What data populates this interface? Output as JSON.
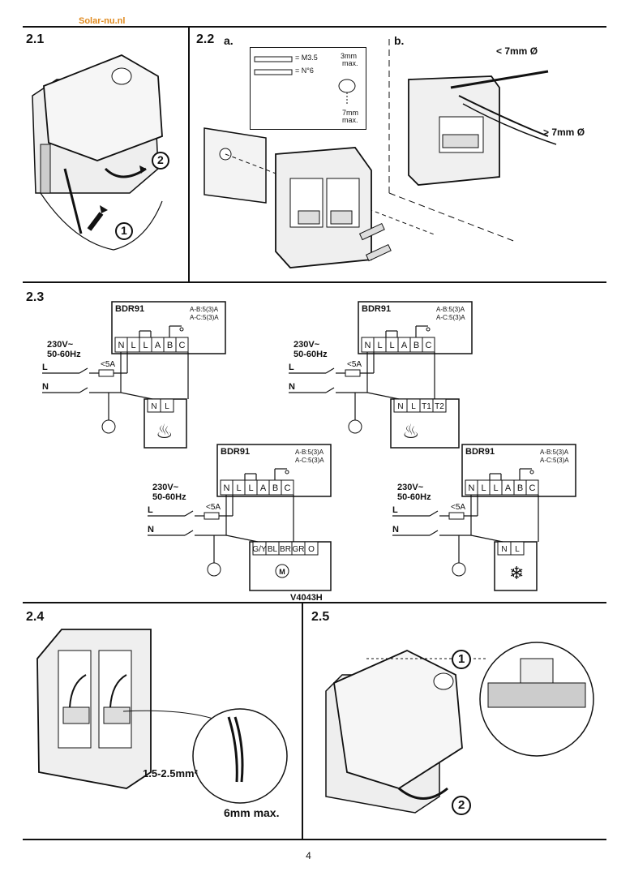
{
  "logo": {
    "text": "Solar-nu.nl"
  },
  "sections": {
    "s21": "2.1",
    "s22": "2.2",
    "s22a": "a.",
    "s22b": "b.",
    "s23": "2.3",
    "s24": "2.4",
    "s25": "2.5"
  },
  "s22_labels": {
    "screw1": "= M3.5",
    "screw2": "= N°6",
    "max3": "3mm",
    "max3b": "max.",
    "max7": "7mm",
    "max7b": "max.",
    "cable_small": "< 7mm Ø",
    "cable_large": "> 7mm Ø"
  },
  "steps": {
    "one": "1",
    "two": "2"
  },
  "wiring": {
    "device": "BDR91",
    "rating1": "A-B:5(3)A",
    "rating2": "A-C:5(3)A",
    "voltage": "230V~",
    "freq": "50-60Hz",
    "fuse": "<5A",
    "L": "L",
    "N": "N",
    "terminals": [
      "N",
      "L",
      "L",
      "A",
      "B",
      "C"
    ],
    "load1": [
      "N",
      "L"
    ],
    "load2": [
      "N",
      "L",
      "T1",
      "T2"
    ],
    "valve_terms": [
      "G/Y",
      "BL",
      "BR",
      "GR",
      "O"
    ],
    "valve_name": "V4043H",
    "motor": "M",
    "load4": [
      "N",
      "L"
    ]
  },
  "s24_labels": {
    "wire_size": "1.5-2.5mm²",
    "strip": "6mm max."
  },
  "page_number": "4"
}
